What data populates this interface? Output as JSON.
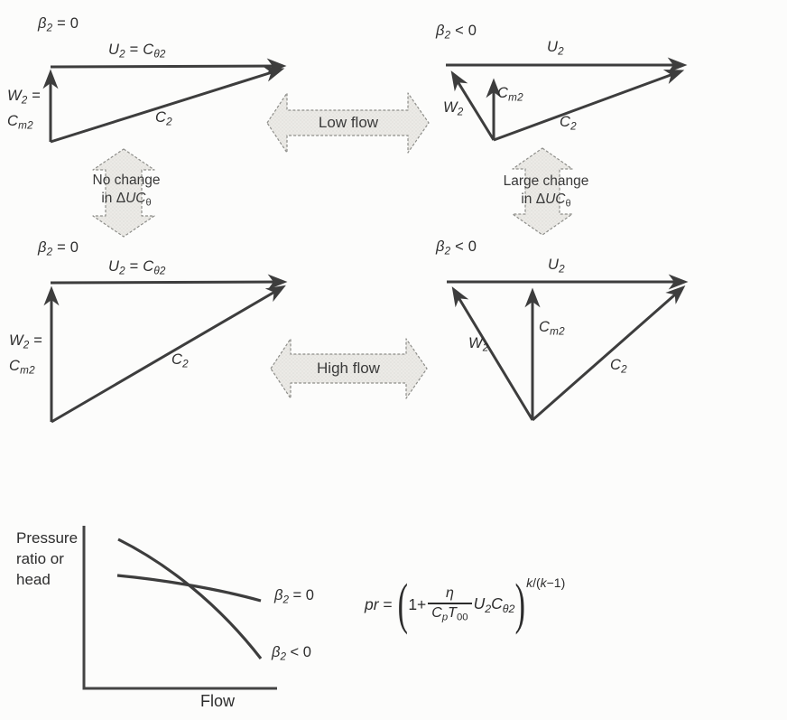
{
  "figure": {
    "background": "#fcfcfb",
    "colors": {
      "vector_arrow": "#3d3d3d",
      "text": "#2d2d2d",
      "flow_arrow_fill": "#ebeae6",
      "flow_arrow_stroke": "#8e8e8a",
      "axis": "#444444"
    }
  },
  "triangles": {
    "low_beta0": {
      "beta": [
        [
          "β",
          "i"
        ],
        [
          "2",
          "is"
        ],
        [
          " = 0"
        ]
      ],
      "u": [
        [
          "U",
          "i"
        ],
        [
          "2",
          "is"
        ],
        [
          " = "
        ],
        [
          "C",
          "i"
        ],
        [
          "θ2",
          "is"
        ]
      ],
      "w1": [
        [
          "W",
          "i"
        ],
        [
          "2",
          "is"
        ],
        [
          " ="
        ]
      ],
      "w2": [
        [
          "C",
          "i"
        ],
        [
          "m2",
          "is"
        ]
      ],
      "c": [
        [
          "C",
          "i"
        ],
        [
          "2",
          "is"
        ]
      ]
    },
    "low_betaneg": {
      "beta": [
        [
          "β",
          "i"
        ],
        [
          "2",
          "is"
        ],
        [
          " < 0"
        ]
      ],
      "u": [
        [
          "U",
          "i"
        ],
        [
          "2",
          "is"
        ]
      ],
      "cm": [
        [
          "C",
          "i"
        ],
        [
          "m2",
          "is"
        ]
      ],
      "w": [
        [
          "W",
          "i"
        ],
        [
          "2",
          "is"
        ]
      ],
      "c": [
        [
          "C",
          "i"
        ],
        [
          "2",
          "is"
        ]
      ]
    },
    "high_beta0": {
      "beta": [
        [
          "β",
          "i"
        ],
        [
          "2",
          "is"
        ],
        [
          " = 0"
        ]
      ],
      "u": [
        [
          "U",
          "i"
        ],
        [
          "2",
          "is"
        ],
        [
          " = "
        ],
        [
          "C",
          "i"
        ],
        [
          "θ2",
          "is"
        ]
      ],
      "w1": [
        [
          "W",
          "i"
        ],
        [
          "2",
          "is"
        ],
        [
          " ="
        ]
      ],
      "w2": [
        [
          "C",
          "i"
        ],
        [
          "m2",
          "is"
        ]
      ],
      "c": [
        [
          "C",
          "i"
        ],
        [
          "2",
          "is"
        ]
      ]
    },
    "high_betaneg": {
      "beta": [
        [
          "β",
          "i"
        ],
        [
          "2",
          "is"
        ],
        [
          " < 0"
        ]
      ],
      "u": [
        [
          "U",
          "i"
        ],
        [
          "2",
          "is"
        ]
      ],
      "cm": [
        [
          "C",
          "i"
        ],
        [
          "m2",
          "is"
        ]
      ],
      "w": [
        [
          "W",
          "i"
        ],
        [
          "2",
          "is"
        ]
      ],
      "c": [
        [
          "C",
          "i"
        ],
        [
          "2",
          "is"
        ]
      ]
    }
  },
  "connectors": {
    "low_flow": "Low flow",
    "high_flow": "High flow",
    "no_change_line1": "No change",
    "no_change_line2": [
      [
        "in Δ"
      ],
      [
        "U",
        "i"
      ],
      [
        "C",
        "i"
      ],
      [
        "θ",
        "s"
      ]
    ],
    "large_change_line1": "Large change",
    "large_change_line2": [
      [
        "in Δ"
      ],
      [
        "U",
        "i"
      ],
      [
        "C",
        "i"
      ],
      [
        "θ",
        "s"
      ]
    ]
  },
  "chart": {
    "ylabel_lines": [
      "Pressure",
      "ratio or",
      "head"
    ],
    "xlabel": "Flow",
    "label_beta0": [
      [
        "β",
        "i"
      ],
      [
        "2",
        "is"
      ],
      [
        " = 0"
      ]
    ],
    "label_betaneg": [
      [
        "β",
        "i"
      ],
      [
        "2",
        "is"
      ],
      [
        " < 0"
      ]
    ]
  },
  "chart_data": {
    "type": "line",
    "title": "",
    "xlabel": "Flow",
    "ylabel": "Pressure ratio or head",
    "axes_numeric": false,
    "grid": false,
    "legend_position": "labels at right end of each curve",
    "series": [
      {
        "name": "β2 = 0",
        "description": "nearly flat, gently falling curve",
        "x_rel": [
          0.18,
          0.37,
          0.56,
          0.74,
          0.91
        ],
        "y_rel": [
          0.69,
          0.68,
          0.65,
          0.6,
          0.54
        ]
      },
      {
        "name": "β2 < 0",
        "description": "steeply falling curve, crosses the other near mid-flow",
        "x_rel": [
          0.18,
          0.37,
          0.56,
          0.74,
          0.92
        ],
        "y_rel": [
          0.91,
          0.8,
          0.65,
          0.44,
          0.18
        ]
      }
    ]
  },
  "equation": {
    "lhs": [
      [
        "pr",
        "i"
      ],
      [
        " = "
      ]
    ],
    "paren_open": "(",
    "paren_close": ")",
    "one_plus": "1+",
    "frac_num": [
      [
        "η",
        "i"
      ]
    ],
    "frac_den": [
      [
        "C",
        "i"
      ],
      [
        "p",
        "is"
      ],
      [
        "T",
        "i"
      ],
      [
        "00",
        "s"
      ]
    ],
    "post": [
      [
        "U",
        "i"
      ],
      [
        "2",
        "is"
      ],
      [
        "C",
        "i"
      ],
      [
        "θ2",
        "is"
      ]
    ],
    "exponent": [
      [
        "k",
        "i"
      ],
      [
        "/("
      ],
      [
        "k",
        "i"
      ],
      [
        "−1)"
      ]
    ]
  }
}
